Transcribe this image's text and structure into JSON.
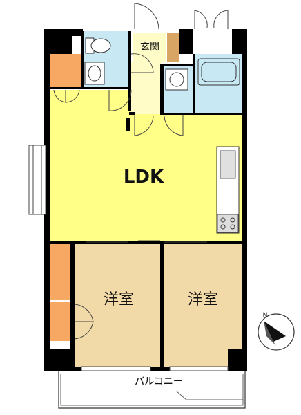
{
  "labels": {
    "entrance": "玄関",
    "ldk": "LDK",
    "western_room_left": "洋室",
    "western_room_right": "洋室",
    "balcony": "バルコニー",
    "north": "N"
  },
  "colors": {
    "ldk": "#ffff88",
    "western_rooms": "#f2d9a8",
    "closets": "#f7a964",
    "wet_areas": "#c8e8f4",
    "entrance": "#fffcc8",
    "shoe_storage": "#d9a565",
    "walls": "#000000"
  },
  "icons": [
    "north-arrow-icon",
    "toilet-icon",
    "wash-basin-icon",
    "bathtub-icon",
    "kitchen-stove-icon",
    "washing-machine-icon"
  ]
}
